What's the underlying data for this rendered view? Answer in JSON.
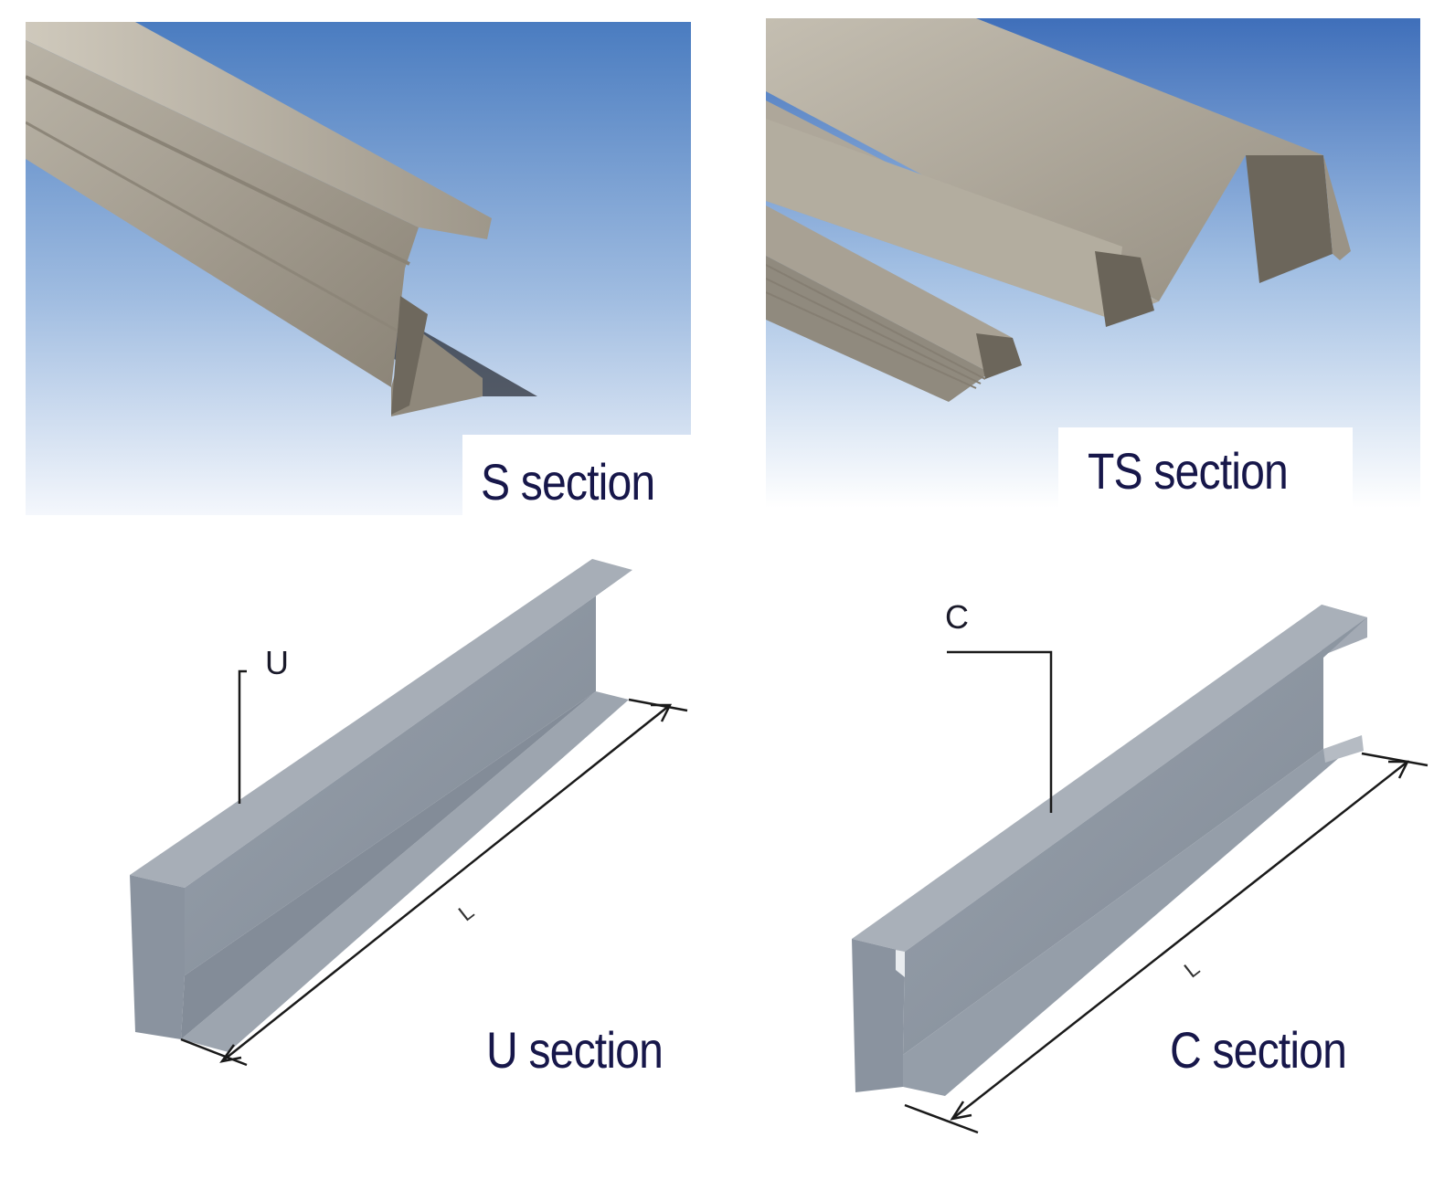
{
  "panels": {
    "s_section": {
      "caption": "S section"
    },
    "ts_section": {
      "caption": "TS section"
    },
    "u_section": {
      "caption": "U section",
      "profile_label": "U",
      "length_label": "L"
    },
    "c_section": {
      "caption": "C section",
      "profile_label": "C",
      "length_label": "L"
    }
  },
  "colors": {
    "caption": "#17174a",
    "sky_top": "#4a7dc2",
    "sky_bottom": "#ffffff",
    "steel_photo": "#a59f93",
    "steel_drawing": "#8e97a3"
  }
}
